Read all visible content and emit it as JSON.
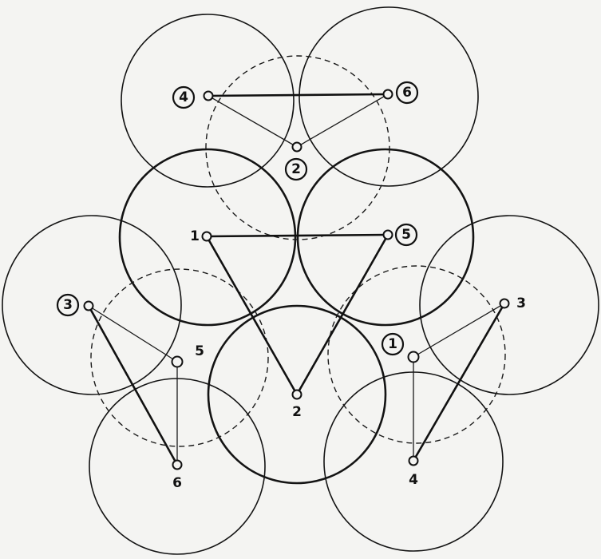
{
  "outer_triangle": {
    "vertices": [
      {
        "key": "v1",
        "label": "1",
        "circled": false
      },
      {
        "key": "v5",
        "label": "5",
        "circled": true
      },
      {
        "key": "v2",
        "label": "2",
        "circled": false
      }
    ]
  },
  "top_triangle": {
    "vertices": [
      {
        "key": "t4",
        "label": "4",
        "circled": true
      },
      {
        "key": "t6",
        "label": "6",
        "circled": true
      },
      {
        "key": "t2",
        "label": "2",
        "circled": true
      }
    ]
  },
  "left_triangle": {
    "vertices": [
      {
        "key": "l3",
        "label": "3",
        "circled": true
      },
      {
        "key": "l5",
        "label": "5",
        "circled": false
      },
      {
        "key": "l6",
        "label": "6",
        "circled": false
      }
    ]
  },
  "right_triangle": {
    "vertices": [
      {
        "key": "r3",
        "label": "3",
        "circled": false
      },
      {
        "key": "r1",
        "label": "1",
        "circled": true
      },
      {
        "key": "r4",
        "label": "4",
        "circled": false
      }
    ]
  },
  "colors": {
    "ink": "#111111",
    "paper": "#f4f4f2"
  }
}
